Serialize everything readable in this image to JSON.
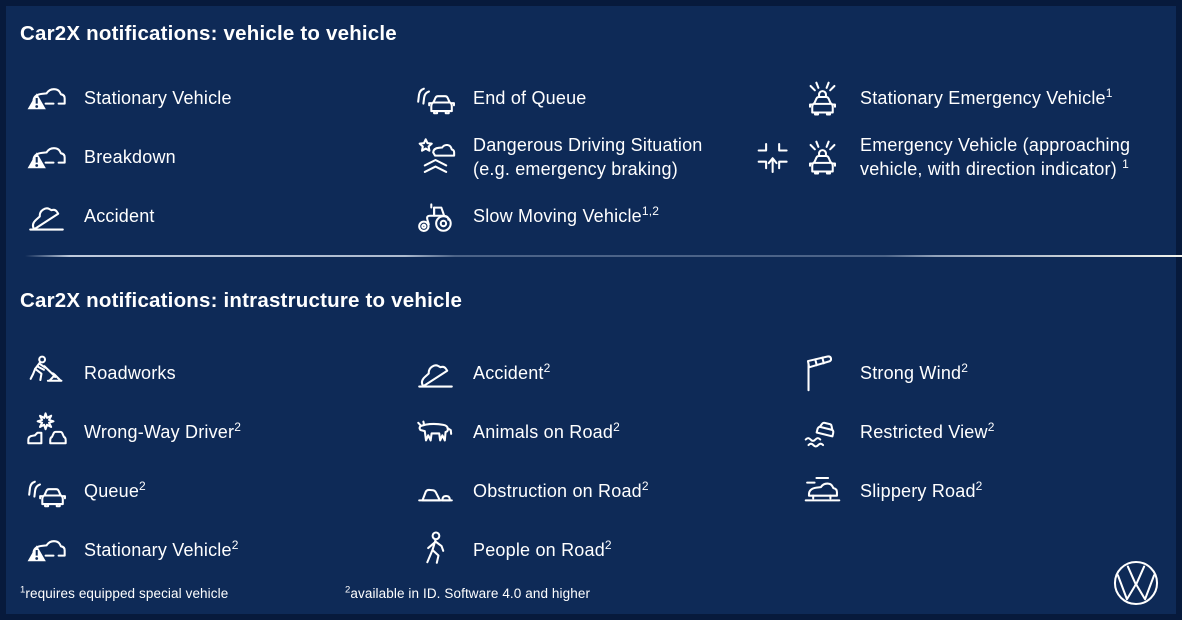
{
  "colors": {
    "background": "#0e2a57",
    "frame": "#061836",
    "divider": "#c9d4e4",
    "text": "#ffffff"
  },
  "sections": [
    {
      "title": "Car2X notifications: vehicle to vehicle",
      "columns": [
        {
          "items": [
            {
              "icon": "car-warning-triangle-icon",
              "label": "Stationary Vehicle"
            },
            {
              "icon": "car-warning-triangle-icon",
              "label": "Breakdown"
            },
            {
              "icon": "tilted-car-icon",
              "label": "Accident"
            }
          ]
        },
        {
          "items": [
            {
              "icon": "car-queue-icon",
              "label": "End of Queue"
            },
            {
              "icon": "collision-star-car-icon",
              "label": "Dangerous Driving Situation\n(e.g. emergency braking)"
            },
            {
              "icon": "tractor-icon",
              "label": "Slow Moving Vehicle",
              "sup": "1,2"
            }
          ]
        },
        {
          "items": [
            {
              "icon": "emergency-light-car-icon",
              "label": "Stationary Emergency Vehicle",
              "sup": "1"
            },
            {
              "pre_icon": "lane-direction-arrow-icon",
              "icon": "emergency-light-car-icon",
              "label": "Emergency Vehicle (approaching vehicle, with direction indicator) ",
              "sup": "1"
            }
          ]
        }
      ]
    },
    {
      "title": "Car2X notifications: intrastructure to vehicle",
      "columns": [
        {
          "items": [
            {
              "icon": "roadworks-digger-icon",
              "label": "Roadworks"
            },
            {
              "icon": "head-on-collision-icon",
              "label": "Wrong-Way Driver",
              "sup": "2"
            },
            {
              "icon": "car-queue-icon",
              "label": "Queue",
              "sup": "2"
            },
            {
              "icon": "car-warning-triangle-icon",
              "label": "Stationary Vehicle",
              "sup": "2"
            }
          ]
        },
        {
          "items": [
            {
              "icon": "tilted-car-icon",
              "label": "Accident",
              "sup": "2"
            },
            {
              "icon": "cow-icon",
              "label": "Animals on Road",
              "sup": "2"
            },
            {
              "icon": "rocks-icon",
              "label": "Obstruction on Road",
              "sup": "2"
            },
            {
              "icon": "pedestrian-icon",
              "label": "People on Road",
              "sup": "2"
            }
          ]
        },
        {
          "items": [
            {
              "icon": "windsock-icon",
              "label": "Strong Wind",
              "sup": "2"
            },
            {
              "icon": "car-in-fog-icon",
              "label": "Restricted View",
              "sup": "2"
            },
            {
              "icon": "car-skid-icon",
              "label": "Slippery Road",
              "sup": "2"
            }
          ]
        }
      ]
    }
  ],
  "footnotes": [
    {
      "sup": "1",
      "text": "requires equipped special vehicle"
    },
    {
      "sup": "2",
      "text": "available in ID. Software 4.0 and higher"
    }
  ],
  "logo": "vw-logo"
}
